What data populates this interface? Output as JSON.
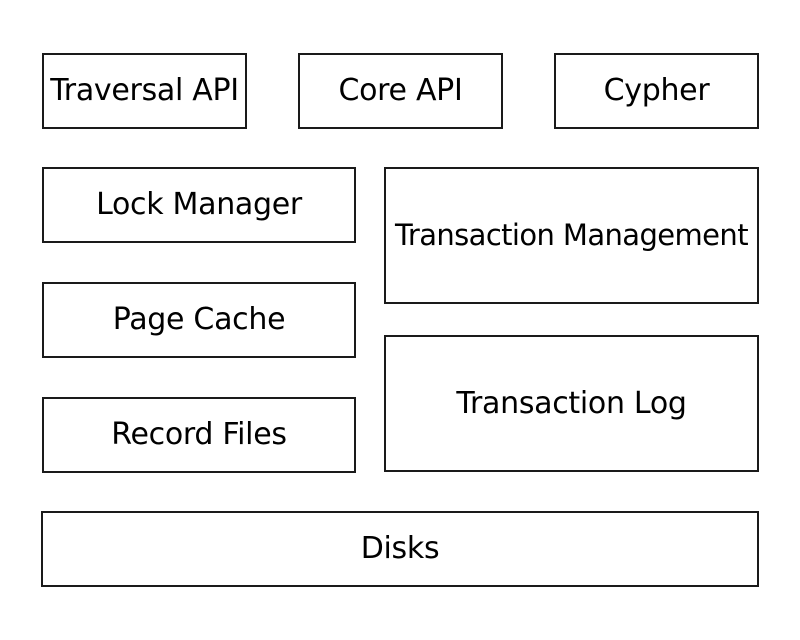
{
  "diagram": {
    "top_row": {
      "traversal_api": "Traversal API",
      "core_api": "Core API",
      "cypher": "Cypher"
    },
    "left_column": {
      "lock_manager": "Lock Manager",
      "page_cache": "Page Cache",
      "record_files": "Record Files"
    },
    "right_column": {
      "transaction_management": "Transaction Management",
      "transaction_log": "Transaction Log"
    },
    "bottom": {
      "disks": "Disks"
    }
  }
}
